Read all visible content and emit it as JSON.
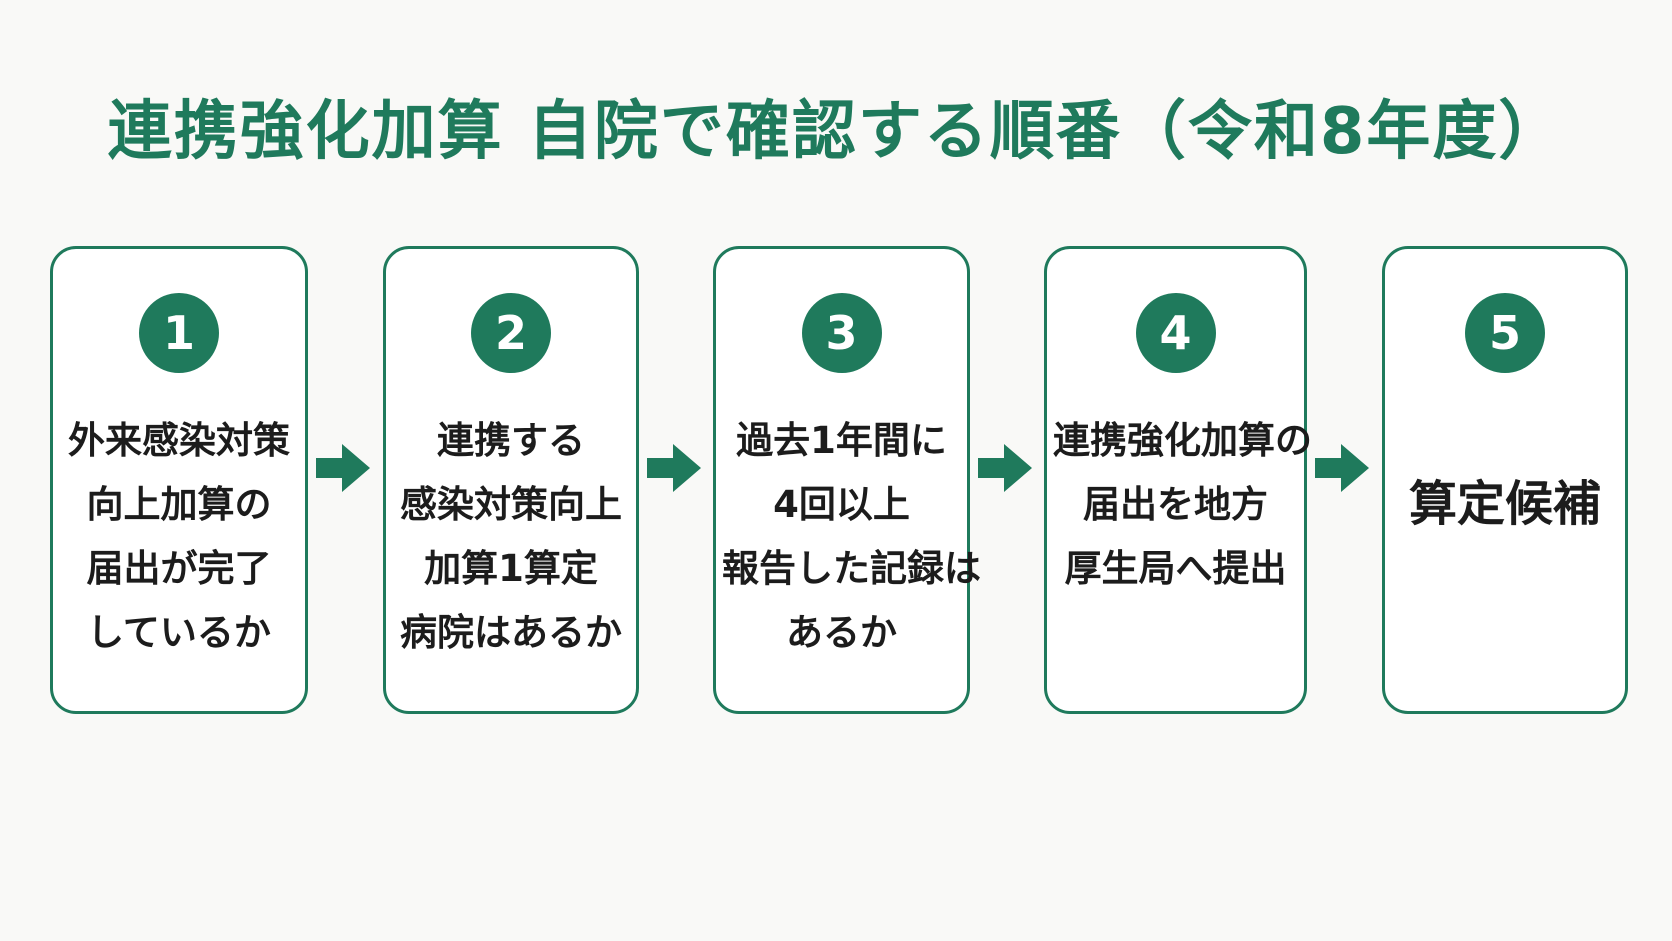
{
  "title": "連携強化加算 自院で確認する順番（令和8年度）",
  "accent_color": "#1f7a5c",
  "steps": [
    {
      "number": "1",
      "lines": [
        "外来感染対策",
        "向上加算の",
        "届出が完了",
        "しているか"
      ]
    },
    {
      "number": "2",
      "lines": [
        "連携する",
        "感染対策向上",
        "加算1算定",
        "病院はあるか"
      ]
    },
    {
      "number": "3",
      "lines": [
        "過去1年間に",
        "4回以上",
        "報告した記録は",
        "あるか"
      ]
    },
    {
      "number": "4",
      "lines": [
        "連携強化加算の",
        "届出を地方",
        "厚生局へ提出"
      ]
    },
    {
      "number": "5",
      "lines": [
        "算定候補"
      ]
    }
  ],
  "connector_icon": "right-arrow-icon"
}
